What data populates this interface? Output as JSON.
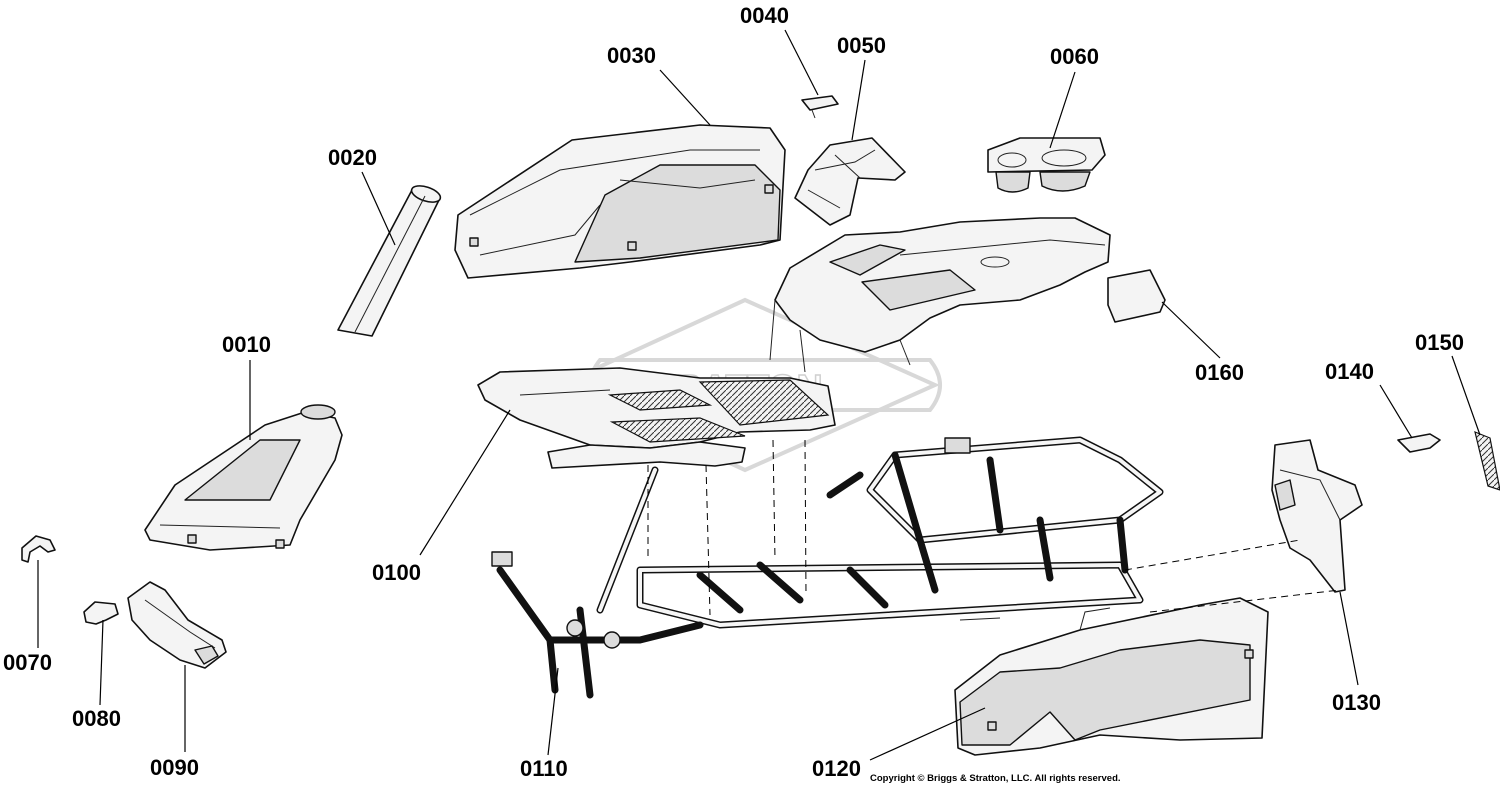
{
  "diagram": {
    "callouts": {
      "c0010": "0010",
      "c0020": "0020",
      "c0030": "0030",
      "c0040": "0040",
      "c0050": "0050",
      "c0060": "0060",
      "c0070": "0070",
      "c0080": "0080",
      "c0090": "0090",
      "c0100": "0100",
      "c0110": "0110",
      "c0120": "0120",
      "c0130": "0130",
      "c0140": "0140",
      "c0150": "0150",
      "c0160": "0160"
    },
    "copyright": "Copyright © Briggs & Stratton, LLC. All rights reserved.",
    "watermark": "STRATTON"
  }
}
